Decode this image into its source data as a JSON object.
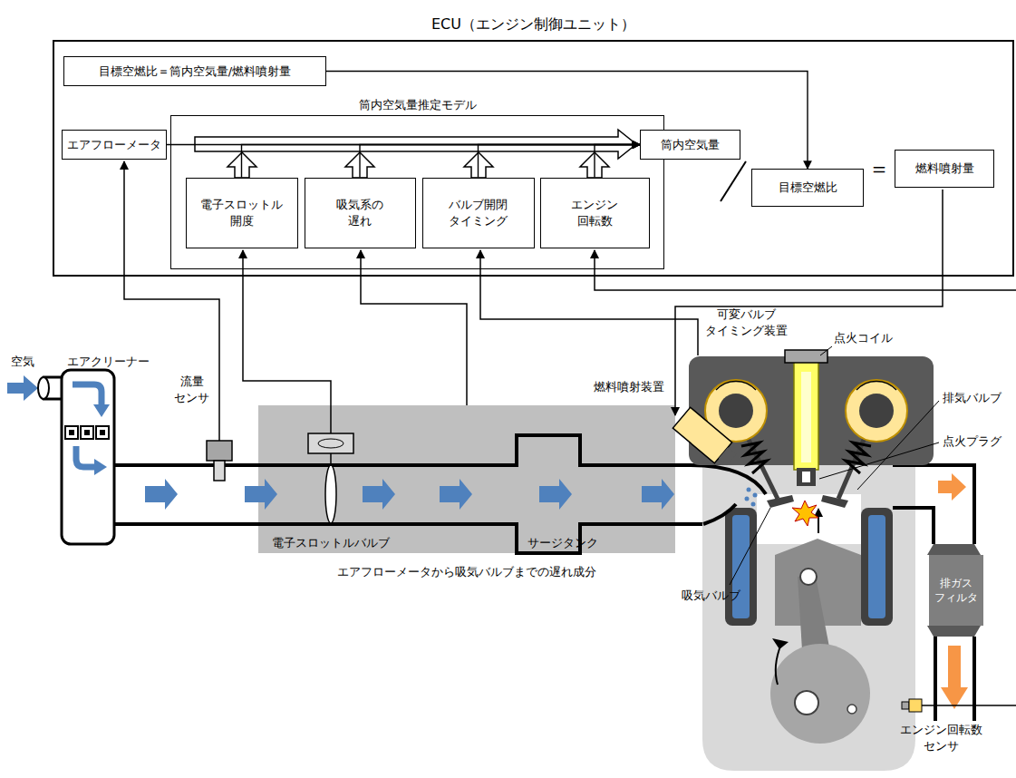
{
  "diagram": {
    "nodes": [
      {
        "text": [
          "ECU（エンジン制御ユニット）"
        ]
      },
      {
        "text": [
          "目標空燃比＝筒内空気量/燃料噴射量"
        ],
        "in": 0
      },
      {
        "text": [
          "エアフローメータ"
        ],
        "in": 0
      },
      {
        "text": [
          "筒内空気量推定モデル"
        ],
        "in": 0
      },
      {
        "text": [
          "電子スロットル 開度"
        ],
        "in": 3
      },
      {
        "text": [
          "吸気系の 遅れ"
        ],
        "in": 3
      },
      {
        "text": [
          "バルブ開閉 タイミング"
        ],
        "in": 3
      },
      {
        "text": [
          "エンジン 回転数"
        ],
        "in": 3
      },
      {
        "text": [
          "筒内空気量"
        ],
        "in": 0
      },
      {
        "text": [
          "目標空燃比"
        ],
        "in": 0
      },
      {
        "text": [
          "燃料噴射量"
        ],
        "in": 0
      },
      {
        "text": [
          "排ガス フィルタ"
        ]
      }
    ],
    "edges": [
      {
        "from": 1,
        "to": 9,
        "arrow": "to"
      },
      {
        "from": 2,
        "to": 8,
        "arrow": "to"
      },
      {
        "from": 4,
        "to": 8,
        "arrow": "to"
      },
      {
        "from": 5,
        "to": 8,
        "arrow": "to"
      },
      {
        "from": 6,
        "to": 8,
        "arrow": "to"
      },
      {
        "from": 7,
        "to": 8,
        "arrow": "to"
      }
    ],
    "labels": [
      "＝",
      "空気",
      "エアクリーナー",
      "流量 センサ",
      "電子スロットルバルブ",
      "サージタンク",
      "エアフローメータから吸気バルブまでの遅れ成分",
      "燃料噴射装置",
      "可変バルブ タイミング装置",
      "点火コイル",
      "排気バルブ",
      "点火プラグ",
      "吸気バルブ",
      "エンジン回転数 センサ"
    ]
  }
}
